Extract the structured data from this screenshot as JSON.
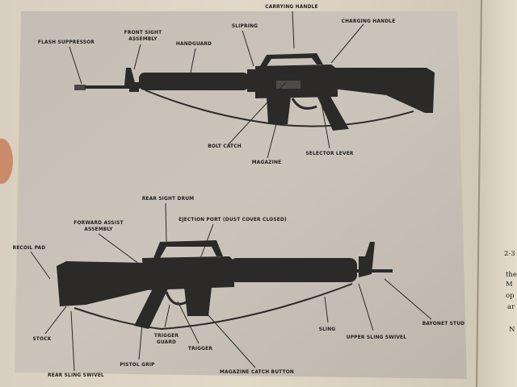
{
  "labels": {
    "top": {
      "carrying_handle": "CARRYING HANDLE",
      "charging_handle": "CHARGING HANDLE",
      "slipring": "SLIPRING",
      "handguard": "HANDGUARD",
      "front_sight_1": "FRONT SIGHT",
      "front_sight_2": "ASSEMBLY",
      "flash_suppressor": "FLASH SUPPRESSOR",
      "bolt_catch": "BOLT CATCH",
      "magazine": "MAGAZINE",
      "selector_lever": "SELECTOR LEVER"
    },
    "bottom": {
      "rear_sight_drum": "REAR SIGHT DRUM",
      "forward_assist_1": "FORWARD ASSIST",
      "forward_assist_2": "ASSEMBLY",
      "ejection_port": "EJECTION PORT (DUST COVER CLOSED)",
      "recoil_pad": "RECOIL PAD",
      "stock": "STOCK",
      "rear_sling_swivel": "REAR SLING SWIVEL",
      "pistol_grip": "PISTOL GRIP",
      "trigger_guard_1": "TRIGGER",
      "trigger_guard_2": "GUARD",
      "trigger": "TRIGGER",
      "magazine_catch_button": "MAGAZINE CATCH BUTTON",
      "sling": "SLING",
      "upper_sling_swivel": "UPPER SLING SWIVEL",
      "bayonet_stud": "BAYONET STUD"
    }
  },
  "facing_page": {
    "figure_number": "2-3",
    "line_1": "the",
    "line_2": "M",
    "line_3": "op",
    "line_4": "ar",
    "line_5": "N"
  }
}
